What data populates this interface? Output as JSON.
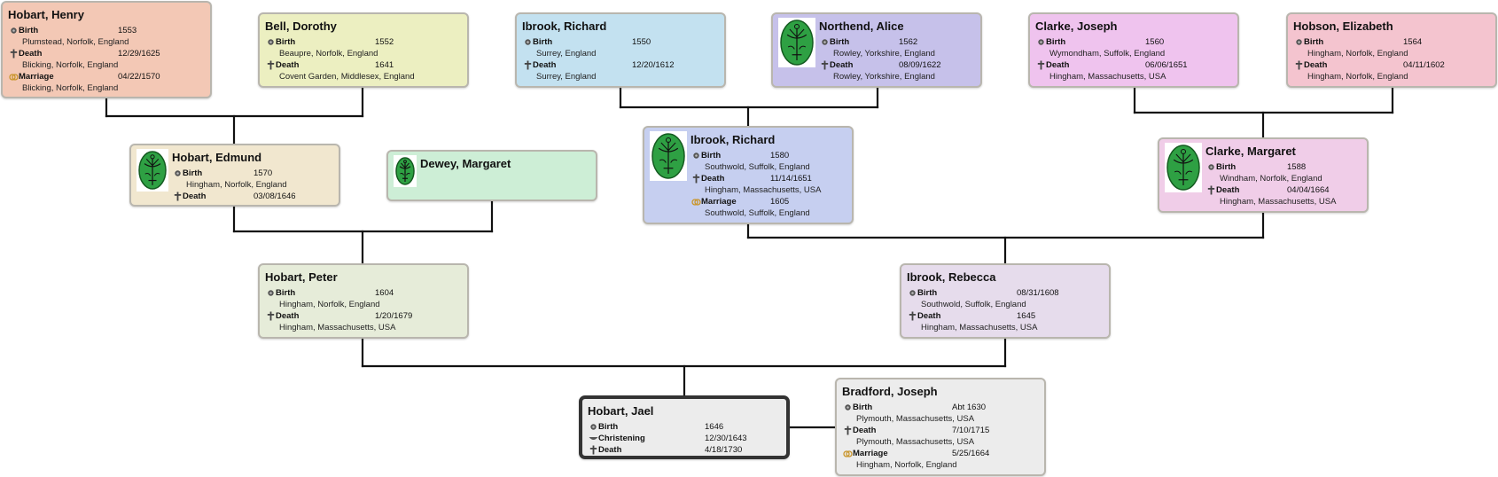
{
  "people": [
    {
      "id": "henry",
      "name": "Hobart, Henry",
      "bg": "#f3c8b5",
      "events": [
        {
          "type": "birth",
          "label": "Birth",
          "date": "1553",
          "place": "Plumstead, Norfolk, England"
        },
        {
          "type": "death",
          "label": "Death",
          "date": "12/29/1625",
          "place": "Blicking, Norfolk, England"
        },
        {
          "type": "marriage",
          "label": "Marriage",
          "date": "04/22/1570",
          "place": "Blicking, Norfolk, England"
        }
      ]
    },
    {
      "id": "dorothy",
      "name": "Bell, Dorothy",
      "bg": "#ecefc1",
      "events": [
        {
          "type": "birth",
          "label": "Birth",
          "date": "1552",
          "place": "Beaupre, Norfolk, England"
        },
        {
          "type": "death",
          "label": "Death",
          "date": "1641",
          "place": "Covent Garden, Middlesex, England"
        }
      ]
    },
    {
      "id": "richard_sr",
      "name": "Ibrook, Richard",
      "bg": "#c3e1f0",
      "events": [
        {
          "type": "birth",
          "label": "Birth",
          "date": "1550",
          "place": "Surrey, England"
        },
        {
          "type": "death",
          "label": "Death",
          "date": "12/20/1612",
          "place": "Surrey, England"
        }
      ]
    },
    {
      "id": "alice",
      "name": "Northend, Alice",
      "bg": "#c6c1ea",
      "portrait": true,
      "events": [
        {
          "type": "birth",
          "label": "Birth",
          "date": "1562",
          "place": "Rowley, Yorkshire, England"
        },
        {
          "type": "death",
          "label": "Death",
          "date": "08/09/1622",
          "place": "Rowley, Yorkshire, England"
        }
      ]
    },
    {
      "id": "joseph_c",
      "name": "Clarke, Joseph",
      "bg": "#efc3ee",
      "events": [
        {
          "type": "birth",
          "label": "Birth",
          "date": "1560",
          "place": "Wymondham, Suffolk, England"
        },
        {
          "type": "death",
          "label": "Death",
          "date": "06/06/1651",
          "place": "Hingham, Massachusetts, USA"
        }
      ]
    },
    {
      "id": "elizabeth",
      "name": "Hobson, Elizabeth",
      "bg": "#f4c4cf",
      "events": [
        {
          "type": "birth",
          "label": "Birth",
          "date": "1564",
          "place": "Hingham, Norfolk, England"
        },
        {
          "type": "death",
          "label": "Death",
          "date": "04/11/1602",
          "place": "Hingham, Norfolk, England"
        }
      ]
    },
    {
      "id": "edmund",
      "name": "Hobart, Edmund",
      "bg": "#f1e7cf",
      "portrait": true,
      "events": [
        {
          "type": "birth",
          "label": "Birth",
          "date": "1570",
          "place": "Hingham, Norfolk, England"
        },
        {
          "type": "death",
          "label": "Death",
          "date": "03/08/1646",
          "place": ""
        }
      ]
    },
    {
      "id": "margaret_d",
      "name": "Dewey, Margaret",
      "bg": "#cdeed6",
      "portrait": true,
      "events": []
    },
    {
      "id": "richard_jr",
      "name": "Ibrook, Richard",
      "bg": "#c6cff0",
      "portrait": true,
      "events": [
        {
          "type": "birth",
          "label": "Birth",
          "date": "1580",
          "place": "Southwold, Suffolk, England"
        },
        {
          "type": "death",
          "label": "Death",
          "date": "11/14/1651",
          "place": "Hingham, Massachusetts, USA"
        },
        {
          "type": "marriage",
          "label": "Marriage",
          "date": "1605",
          "place": "Southwold, Suffolk, England"
        }
      ]
    },
    {
      "id": "margaret_c",
      "name": "Clarke, Margaret",
      "bg": "#f0cde8",
      "portrait": true,
      "events": [
        {
          "type": "birth",
          "label": "Birth",
          "date": "1588",
          "place": "Windham, Norfolk, England"
        },
        {
          "type": "death",
          "label": "Death",
          "date": "04/04/1664",
          "place": "Hingham, Massachusetts, USA"
        }
      ]
    },
    {
      "id": "peter",
      "name": "Hobart, Peter",
      "bg": "#e6ecd9",
      "events": [
        {
          "type": "birth",
          "label": "Birth",
          "date": "1604",
          "place": "Hingham, Norfolk, England"
        },
        {
          "type": "death",
          "label": "Death",
          "date": "1/20/1679",
          "place": "Hingham, Massachusetts, USA"
        }
      ]
    },
    {
      "id": "rebecca",
      "name": "Ibrook, Rebecca",
      "bg": "#e6dcec",
      "events": [
        {
          "type": "birth",
          "label": "Birth",
          "date": "08/31/1608",
          "place": "Southwold, Suffolk, England"
        },
        {
          "type": "death",
          "label": "Death",
          "date": "1645",
          "place": "Hingham, Massachusetts, USA"
        }
      ]
    },
    {
      "id": "jael",
      "name": "Hobart, Jael",
      "bg": "#ececec",
      "root": true,
      "events": [
        {
          "type": "birth",
          "label": "Birth",
          "date": "1646",
          "place": ""
        },
        {
          "type": "christening",
          "label": "Christening",
          "date": "12/30/1643",
          "place": ""
        },
        {
          "type": "death",
          "label": "Death",
          "date": "4/18/1730",
          "place": ""
        }
      ]
    },
    {
      "id": "joseph_b",
      "name": "Bradford, Joseph",
      "bg": "#ececec",
      "events": [
        {
          "type": "birth",
          "label": "Birth",
          "date": "Abt 1630",
          "place": "Plymouth, Massachusetts, USA"
        },
        {
          "type": "death",
          "label": "Death",
          "date": "7/10/1715",
          "place": "Plymouth, Massachusetts, USA"
        },
        {
          "type": "marriage",
          "label": "Marriage",
          "date": "5/25/1664",
          "place": "Hingham, Norfolk, England"
        }
      ]
    }
  ],
  "event_icons": {
    "birth": "birth-icon",
    "death": "death-cross-icon",
    "marriage": "marriage-rings-icon",
    "christening": "christening-icon"
  }
}
